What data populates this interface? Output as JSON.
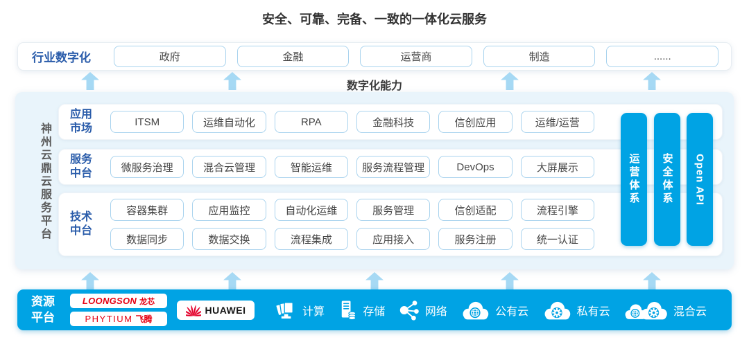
{
  "title": "安全、可靠、完备、一致的一体化云服务",
  "capability_label": "数字化能力",
  "colors": {
    "accent_blue": "#00a3e4",
    "arrow_light_blue": "#a6d9f4",
    "panel_bg": "#e9f4fb",
    "chip_border": "#a9d3ee",
    "label_blue": "#2a5caa",
    "logo_red": "#e60012",
    "huawei_text_black": "#161616"
  },
  "industry_row": {
    "label": "行业数字化",
    "items": [
      "政府",
      "金融",
      "运营商",
      "制造",
      "......"
    ]
  },
  "platform": {
    "name": "神州云鼎云服务平台",
    "rows": [
      {
        "label": "应用市场",
        "chips": [
          "ITSM",
          "运维自动化",
          "RPA",
          "金融科技",
          "信创应用",
          "运维/运营"
        ]
      },
      {
        "label": "服务中台",
        "chips": [
          "微服务治理",
          "混合云管理",
          "智能运维",
          "服务流程管理",
          "DevOps",
          "大屏展示"
        ]
      },
      {
        "label": "技术中台",
        "chips": [
          "容器集群",
          "应用监控",
          "自动化运维",
          "服务管理",
          "信创适配",
          "流程引擎",
          "数据同步",
          "数据交换",
          "流程集成",
          "应用接入",
          "服务注册",
          "统一认证"
        ]
      }
    ],
    "side_bars": [
      "运营体系",
      "安全体系",
      "Open API"
    ]
  },
  "resource_row": {
    "label": "资源平台",
    "vendors": [
      {
        "latin": "LOONGSON",
        "cn": "龙芯"
      },
      {
        "latin": "PHYTIUM",
        "cn": "飞腾"
      },
      {
        "latin": "HUAWEI"
      }
    ],
    "resources": [
      {
        "icon": "compute-icon",
        "label": "计算"
      },
      {
        "icon": "storage-icon",
        "label": "存储"
      },
      {
        "icon": "network-icon",
        "label": "网络"
      },
      {
        "icon": "public-cloud-icon",
        "label": "公有云"
      },
      {
        "icon": "private-cloud-icon",
        "label": "私有云"
      },
      {
        "icon": "hybrid-cloud-icon",
        "label": "混合云"
      }
    ]
  }
}
